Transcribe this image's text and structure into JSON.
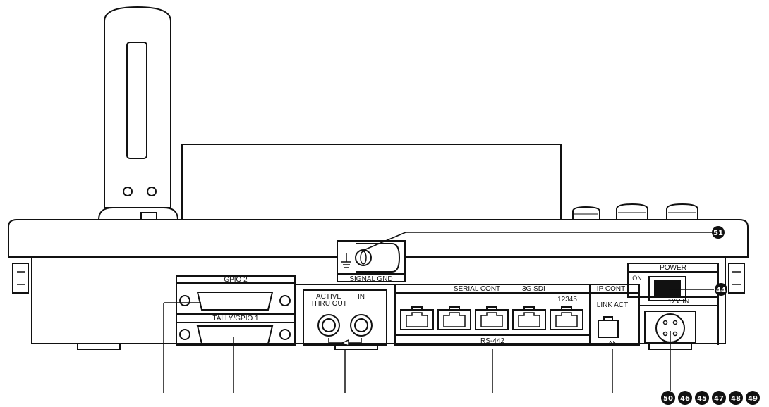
{
  "labels": {
    "signal_gnd": "SIGNAL GND",
    "gpio2": "GPIO 2",
    "tally_gpio1": "TALLY/GPIO 1",
    "active": "ACTIVE",
    "thru_out": "THRU OUT",
    "in": "IN",
    "serial_cont": "SERIAL CONT",
    "sdi": "3G SDI",
    "ports": "12345",
    "rs442": "RS-442",
    "ip_cont": "IP CONT",
    "link_act": "LINK ACT",
    "lan": "LAN",
    "power": "POWER",
    "on": "ON",
    "dc_in": "12V IN"
  },
  "callouts": {
    "c51": "51",
    "c44": "44",
    "bottom": [
      "50",
      "46",
      "45",
      "47",
      "48",
      "49"
    ]
  },
  "colors": {
    "line": "#111111",
    "panel": "#ffffff",
    "callout": "#111111"
  }
}
